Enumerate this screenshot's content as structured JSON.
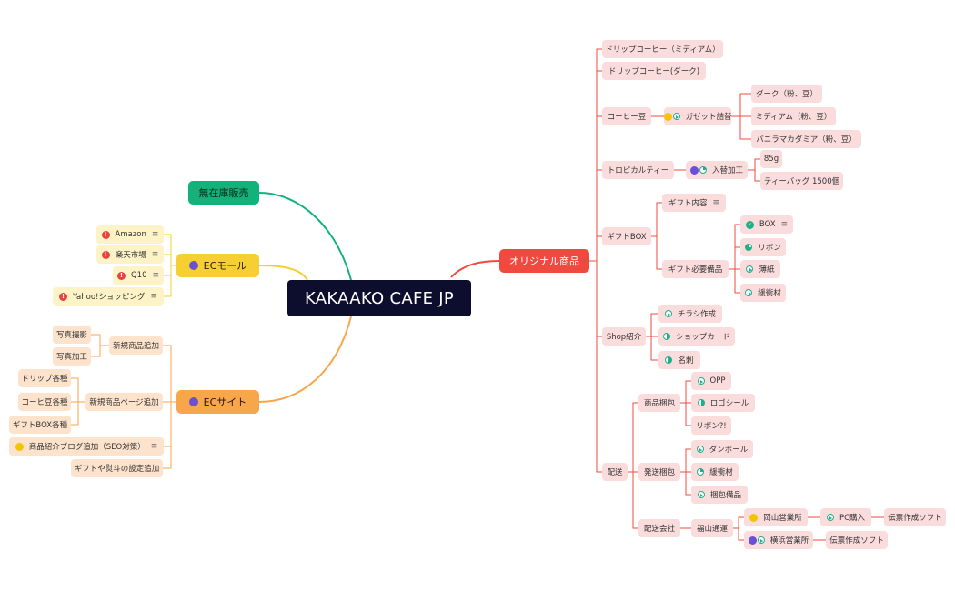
{
  "central": "KAKAAKO CAFE JP",
  "colors": {
    "central": "#0d0d2e",
    "green": "#12b37a",
    "yellow": "#f6d033",
    "orange": "#f8a64a",
    "red": "#f0493f",
    "purple": "#6b4fd6"
  },
  "left": {
    "muzaiko": "無在庫販売",
    "ecmall": {
      "label": "ECモール",
      "items": [
        "Amazon",
        "楽天市場",
        "Q10",
        "Yahoo!ショッピング"
      ]
    },
    "ecsite": {
      "label": "ECサイト",
      "new_product": "新規商品追加",
      "new_product_children": [
        "写真撮影",
        "写真加工"
      ],
      "new_page": "新規商品ページ追加",
      "new_page_children": [
        "ドリップ各種",
        "コーヒ豆各種",
        "ギフトBOX各種"
      ],
      "blog": "商品紹介ブログ追加（SEO対策）",
      "gift_setting": "ギフトや熨斗の設定追加"
    }
  },
  "right": {
    "label": "オリジナル商品",
    "drip_medium": "ドリップコーヒー（ミディアム）",
    "drip_dark": "ドリップコーヒー(ダーク)",
    "beans": "コーヒー豆",
    "gusset": "ガゼット詰替",
    "gusset_children": [
      "ダーク（粉、豆）",
      "ミディアム（粉、豆）",
      "バニラマカダミア（粉、豆）"
    ],
    "tropical": "トロピカルティー",
    "refill": "入替加工",
    "refill_children": [
      "85g",
      "ティーバッグ 1500個"
    ],
    "giftbox": "ギフトBOX",
    "gift_contents": "ギフト内容",
    "gift_supplies": "ギフト必要備品",
    "gift_supplies_children": [
      "BOX",
      "リボン",
      "薄紙",
      "緩衝材"
    ],
    "shop": "Shop紹介",
    "shop_children": [
      "チラシ作成",
      "ショップカード",
      "名刺"
    ],
    "shipping": "配送",
    "packaging": "商品梱包",
    "packaging_children": [
      "OPP",
      "ロゴシール",
      "リボン?!"
    ],
    "ship_pack": "発送梱包",
    "ship_pack_children": [
      "ダンボール",
      "緩衝材",
      "梱包備品"
    ],
    "carrier": "配送会社",
    "fukuyama": "福山通運",
    "okayama": "岡山営業所",
    "pc": "PC購入",
    "invoice": "伝票作成ソフト",
    "yokohama": "横浜営業所",
    "invoice2": "伝票作成ソフト"
  }
}
